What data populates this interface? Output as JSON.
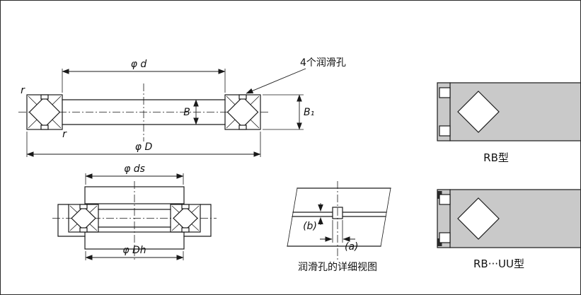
{
  "page": {
    "background": "#ffffff",
    "border_color": "#2a2a2a",
    "line_color": "#1a1a1a",
    "section_fill_color": "#c9c9c9"
  },
  "main_view": {
    "dim_bore": "φ d",
    "dim_outer": "φ D",
    "dim_width": "B",
    "dim_total_width": "B₁",
    "lube_holes_note": "4个润滑孔",
    "fillet_top": "r",
    "fillet_bottom": "r"
  },
  "mount_view": {
    "dim_shaft_seat": "φ ds",
    "dim_housing_bore": "φ Dh"
  },
  "lube_detail": {
    "dim_a": "(a)",
    "dim_b": "(b)",
    "caption": "润滑孔的详细视图"
  },
  "type_figures": {
    "rb": "RB型",
    "rb_uu": "RB···UU型"
  }
}
